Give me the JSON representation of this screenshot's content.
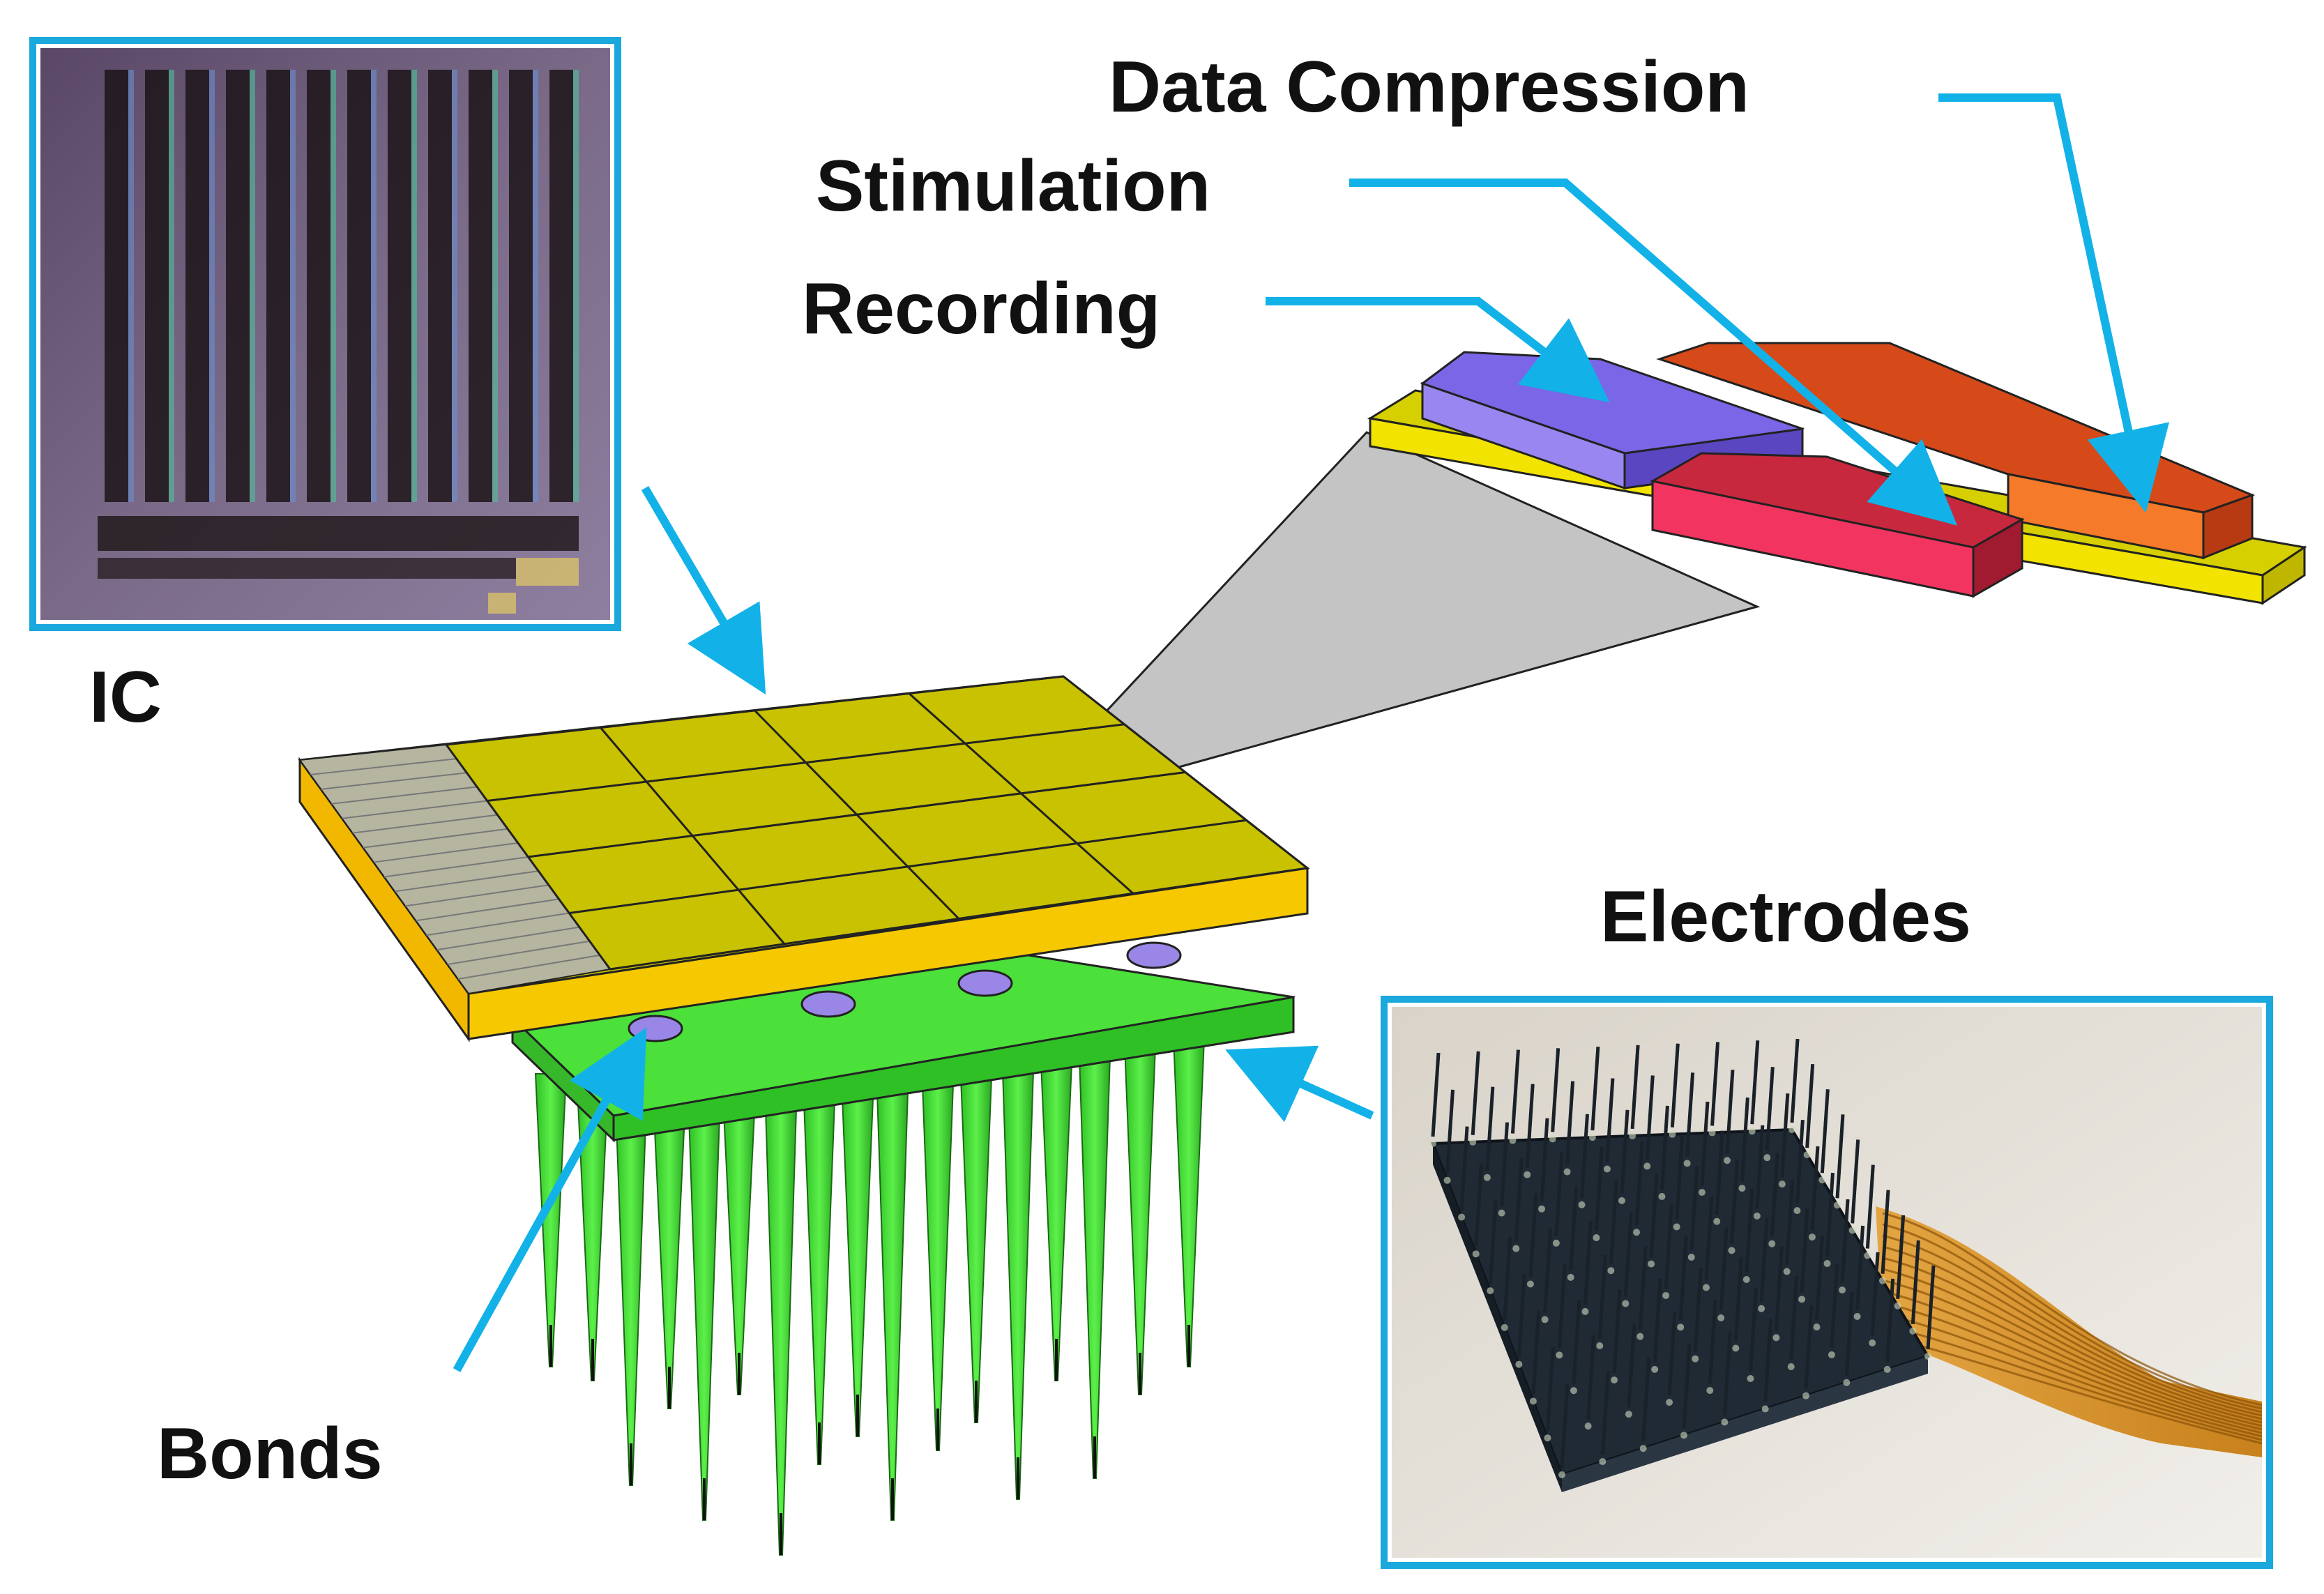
{
  "labels": {
    "data_compression": "Data Compression",
    "stimulation": "Stimulation",
    "recording": "Recording",
    "ic": "IC",
    "electrodes": "Electrodes",
    "bonds": "Bonds"
  },
  "colors": {
    "arrow": "#12b2e8",
    "frame": "#1aa8dd",
    "ic_board_top": "#c8c200",
    "ic_board_edge": "#f2c300",
    "electrode_green": "#3fe030",
    "bond_purple": "#9a86e6",
    "recording_block": "#6a55d6",
    "stimulation_block": "#e0304e",
    "compression_block": "#f05a1a",
    "zoom_projection": "#c4c4c4"
  },
  "icons": [
    "ic-die-photo",
    "electrode-array-photo",
    "arrow-icon"
  ]
}
